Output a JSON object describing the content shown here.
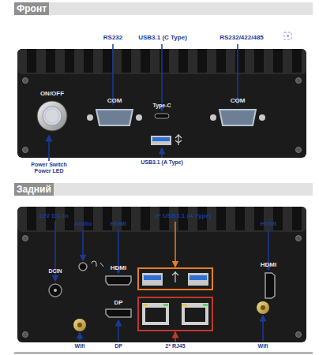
{
  "diagram": {
    "nodes": [
      {
        "text": [
          "Фронт"
        ]
      },
      {
        "text": [
          "Задний"
        ]
      }
    ],
    "labels": [
      "RS232",
      "USB3.1 (C Type)",
      "RS232/422/485",
      "ON/OFF",
      "COM",
      "Type-C",
      "COM",
      "Power Switch Power LED",
      "USB3.1 (A Type)",
      "12V DC-in",
      "Audio",
      "HDMI",
      "2* USB3.1 (A Type)",
      "HDMI",
      "DCIN",
      "HDMI",
      "HDMI",
      "DP",
      "Wifi",
      "DP",
      "2* RJ45",
      "Wifi"
    ]
  }
}
